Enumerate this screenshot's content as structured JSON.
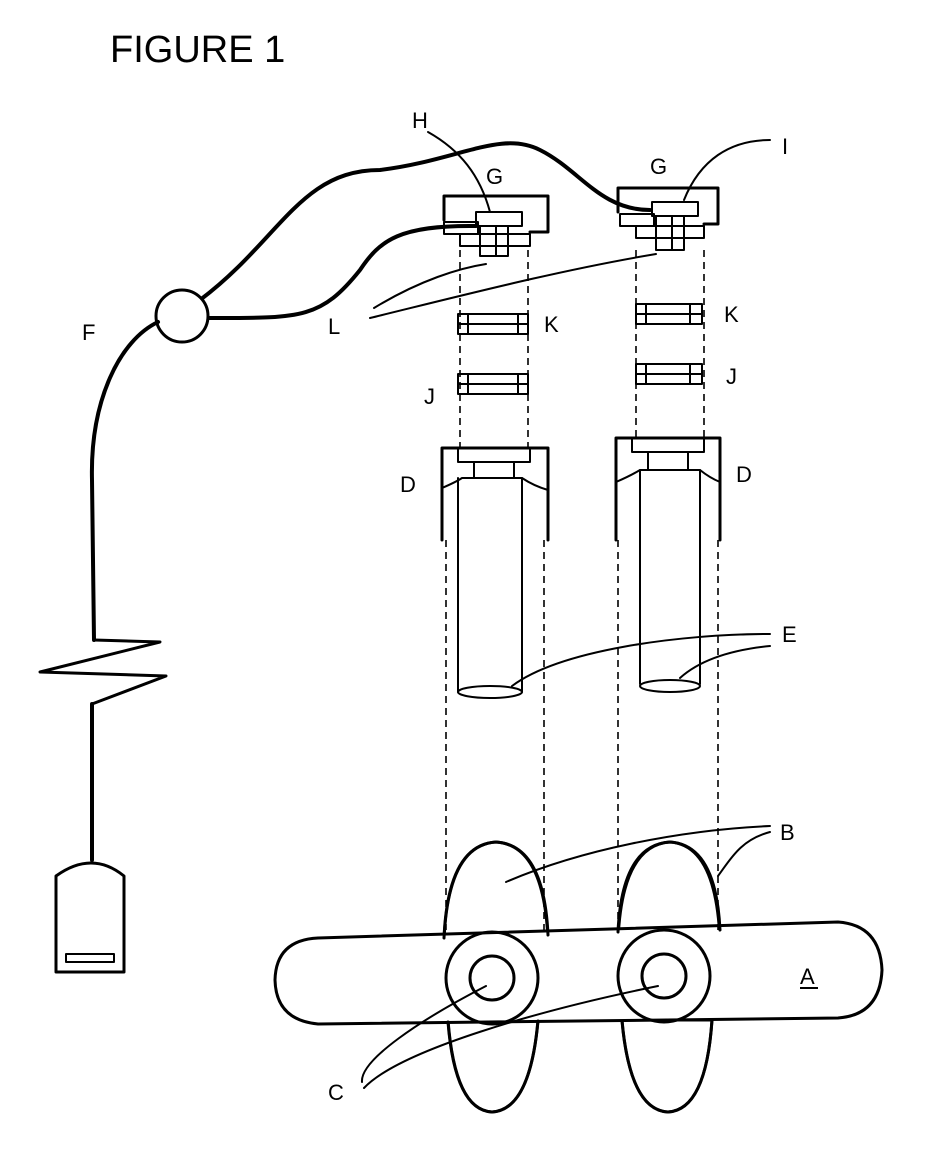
{
  "figure": {
    "title": "FIGURE 1",
    "labels": {
      "a": "A",
      "b": "B",
      "c": "C",
      "d_left": "D",
      "d_right": "D",
      "e": "E",
      "f": "F",
      "g_left": "G",
      "g_right": "G",
      "h": "H",
      "i": "I",
      "j_left": "J",
      "j_right": "J",
      "k_left": "K",
      "k_right": "K",
      "l": "L"
    }
  }
}
